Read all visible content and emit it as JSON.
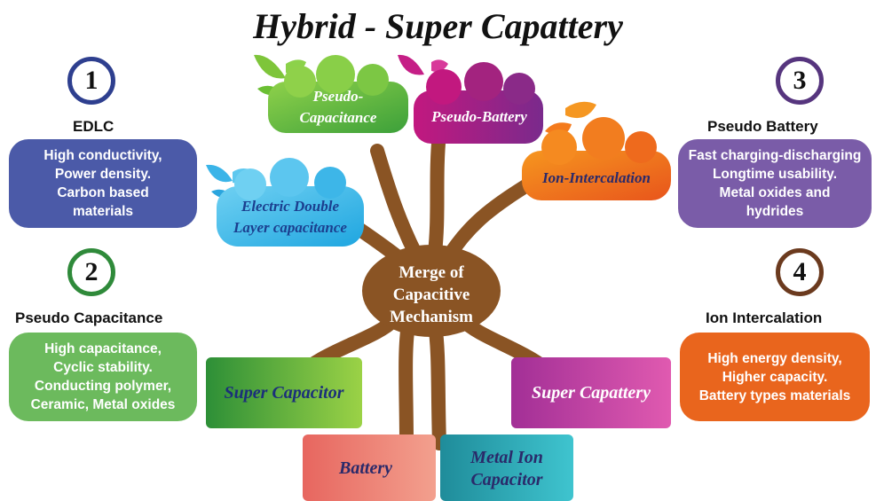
{
  "title": "Hybrid - Super Capattery",
  "center": [
    "Merge of",
    "Capacitive",
    "Mechanism"
  ],
  "bubbles": {
    "pseudo_capacitance": [
      "Pseudo-",
      "Capacitance"
    ],
    "pseudo_battery": "Pseudo-Battery",
    "ion_intercalation": "Ion-Intercalation",
    "edlc": [
      "Electric Double",
      "Layer capacitance"
    ]
  },
  "outputs": {
    "super_capacitor": "Super Capacitor",
    "super_capattery": "Super Capattery",
    "battery": "Battery",
    "metal_ion": [
      "Metal Ion",
      "Capacitor"
    ]
  },
  "panels": [
    {
      "number": "1",
      "heading": "EDLC",
      "lines": [
        "High conductivity,",
        "Power density.",
        "Carbon based",
        "materials"
      ],
      "color": "#4b5aa8",
      "ring": "#2e3f8f"
    },
    {
      "number": "2",
      "heading": "Pseudo Capacitance",
      "lines": [
        "High capacitance,",
        "Cyclic stability.",
        "Conducting polymer,",
        "Ceramic, Metal oxides"
      ],
      "color": "#6cba5d",
      "ring": "#2f8a3a"
    },
    {
      "number": "3",
      "heading": "Pseudo Battery",
      "lines": [
        "Fast charging-discharging",
        "Longtime usability.",
        "Metal oxides and",
        "hydrides"
      ],
      "color": "#7a5ca8",
      "ring": "#56357e"
    },
    {
      "number": "4",
      "heading": "Ion Intercalation",
      "lines": [
        "High energy density,",
        "Higher capacity.",
        "Battery types materials"
      ],
      "color": "#e9651d",
      "ring": "#6b3a1e"
    }
  ],
  "colors": {
    "trunk": "#8a5424",
    "center_fill": "#8a5424"
  }
}
